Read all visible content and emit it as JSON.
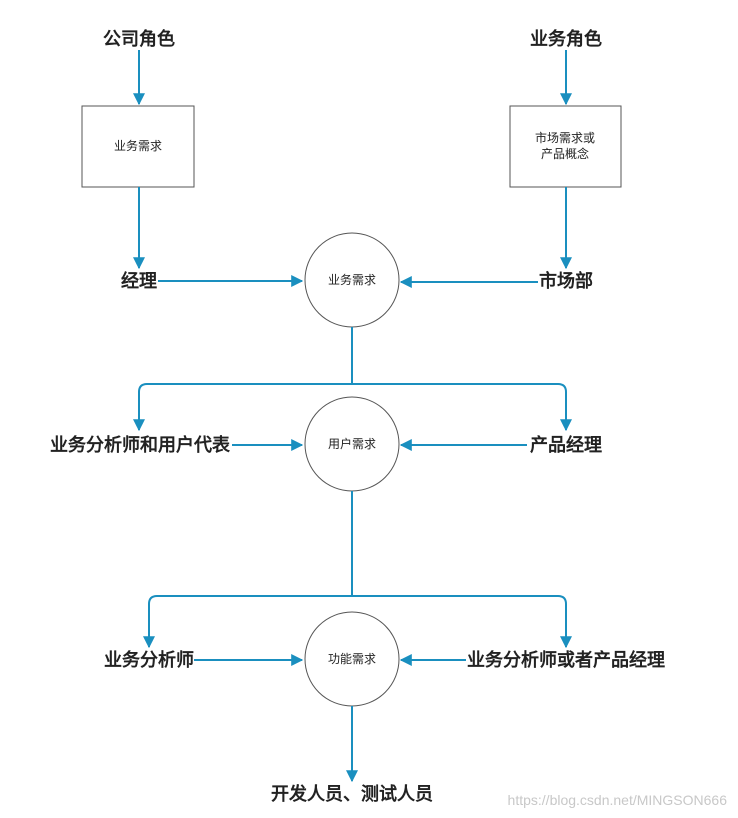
{
  "roles": {
    "company_role": "公司角色",
    "business_role": "业务角色"
  },
  "boxes": {
    "business_demand": "业务需求",
    "market_demand_line1": "市场需求或",
    "market_demand_line2": "产品概念"
  },
  "actors": {
    "manager": "经理",
    "marketing_dept": "市场部",
    "analyst_and_user_rep": "业务分析师和用户代表",
    "product_manager": "产品经理",
    "analyst": "业务分析师",
    "analyst_or_pm": "业务分析师或者产品经理",
    "dev_and_test": "开发人员、测试人员"
  },
  "circles": {
    "business_demand": "业务需求",
    "user_demand": "用户需求",
    "function_demand": "功能需求"
  },
  "watermark": "https://blog.csdn.net/MINGSON666",
  "colors": {
    "connector": "#1a8fbf",
    "outline": "#555555",
    "text": "#222222"
  }
}
